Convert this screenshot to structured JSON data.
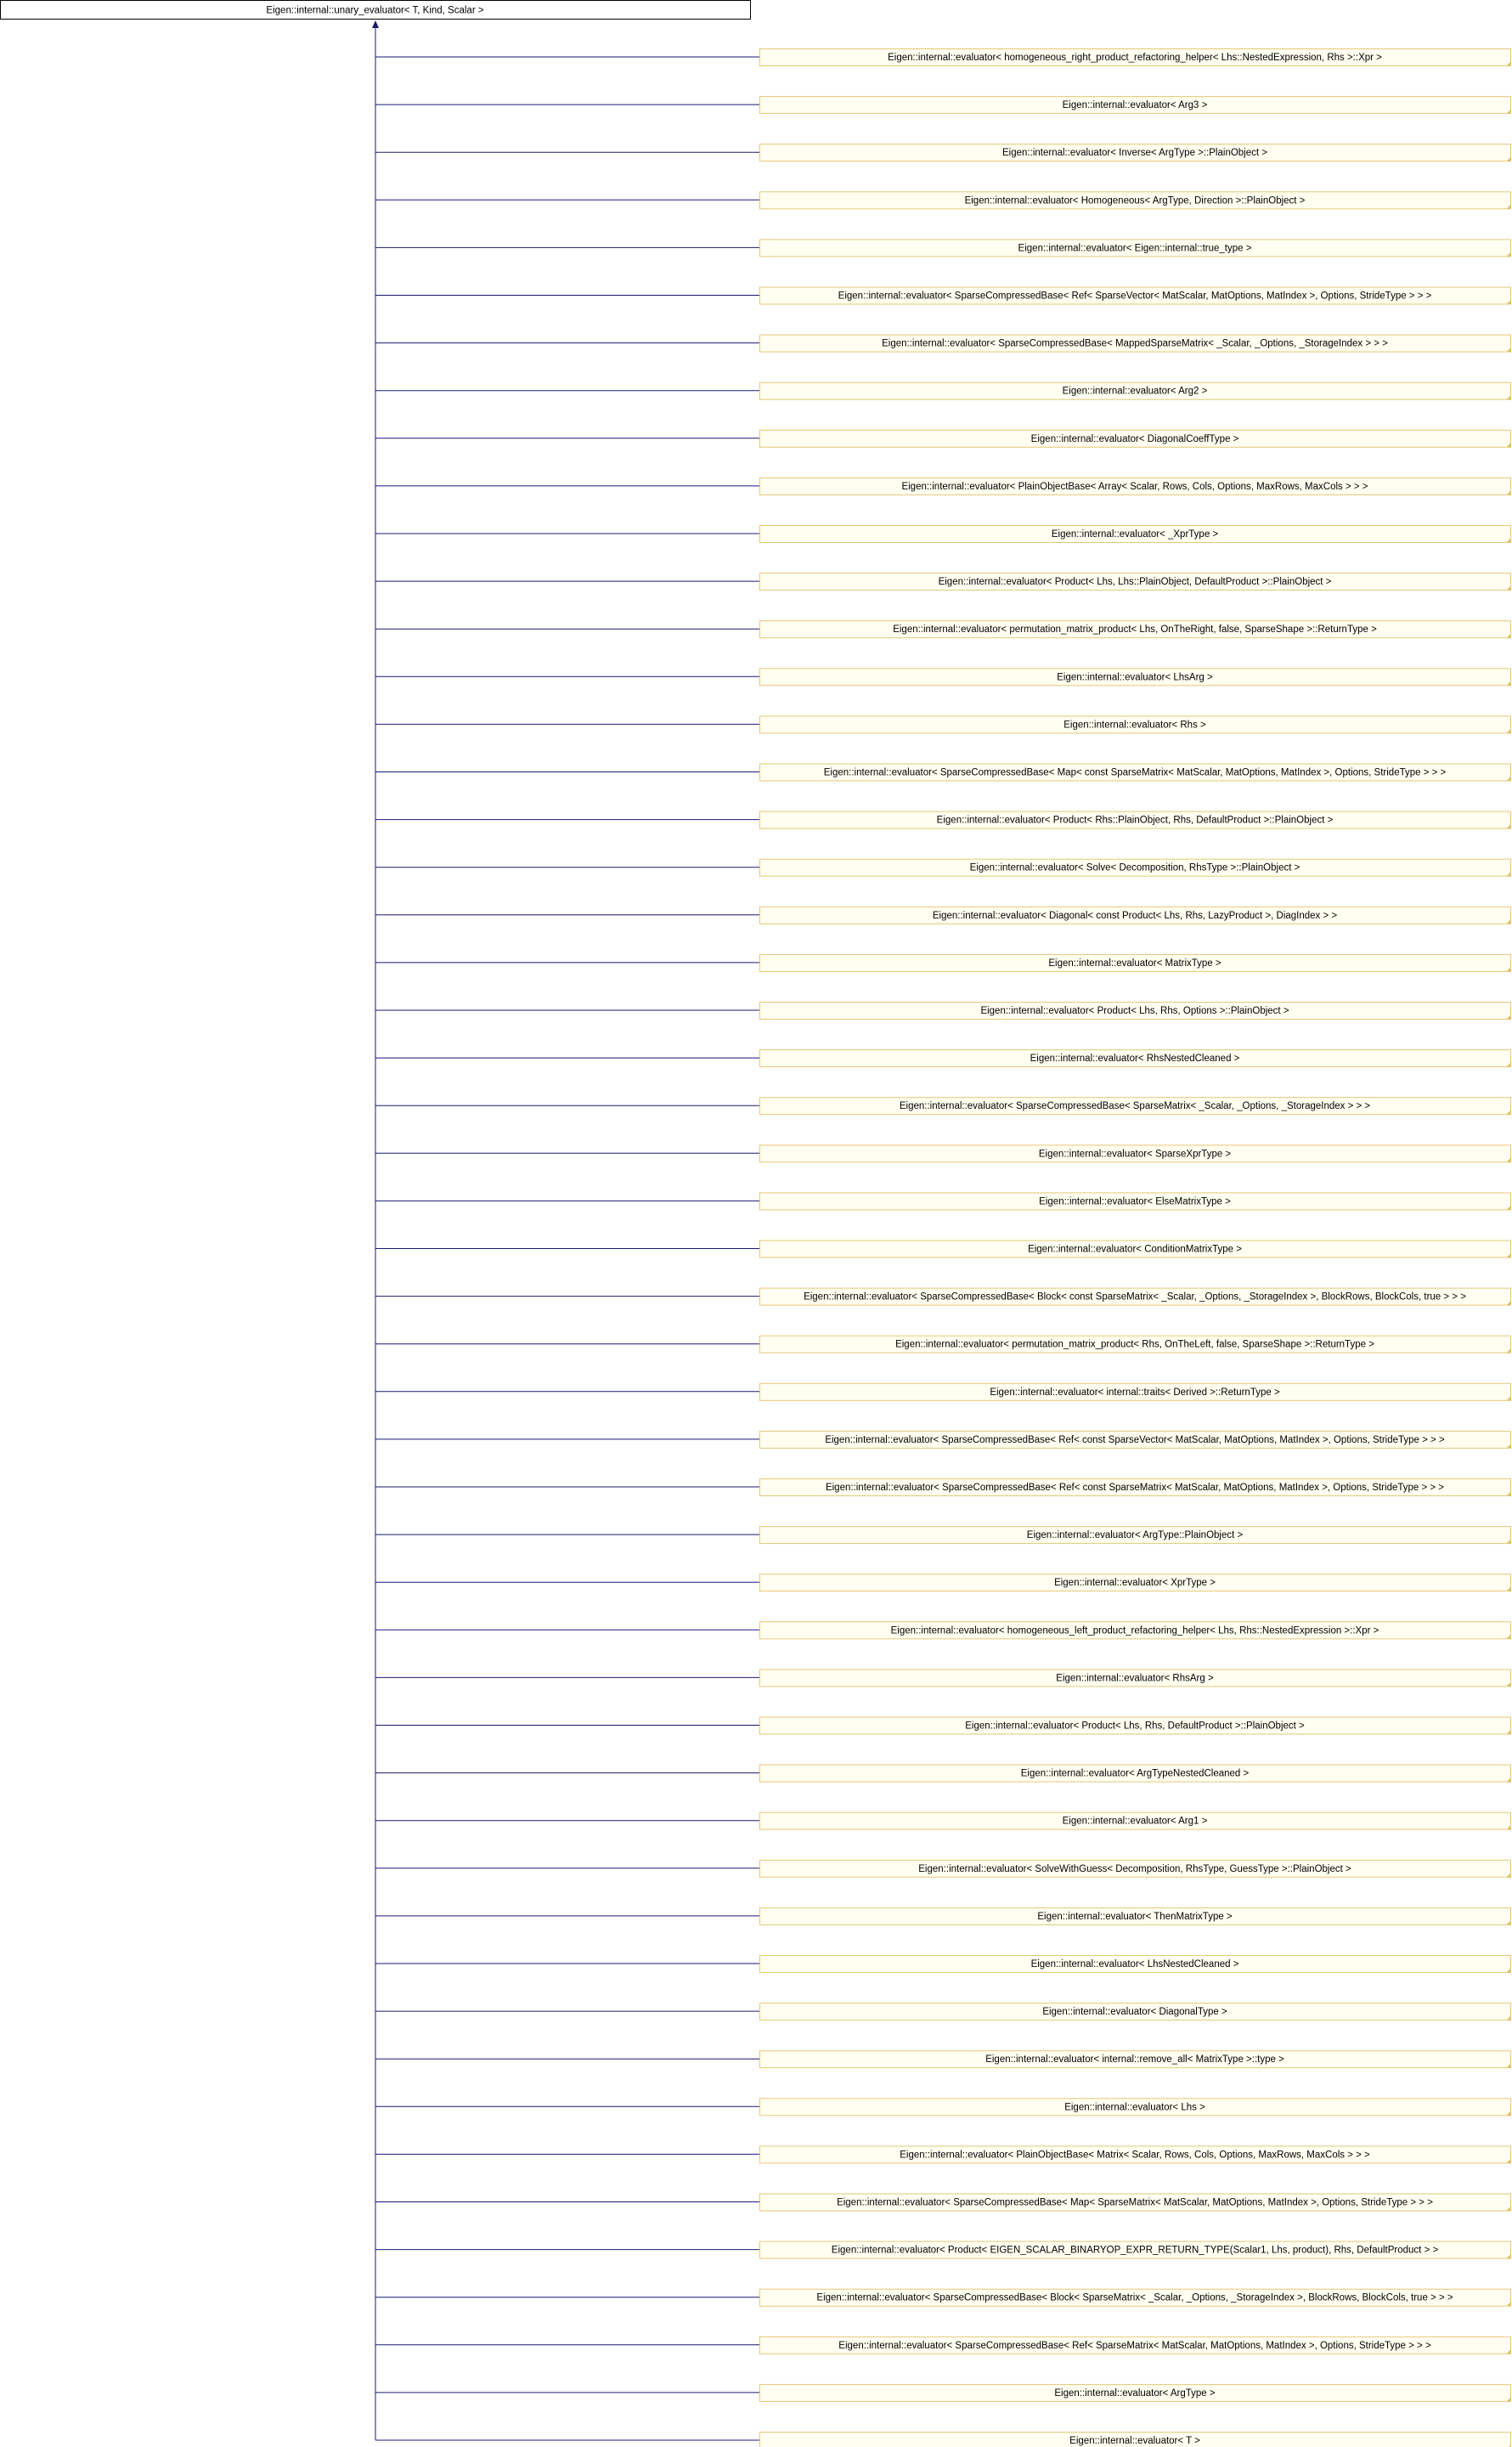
{
  "root": {
    "label": "Eigen::internal::unary_evaluator< T, Kind, Scalar >"
  },
  "colors": {
    "edge": "#191970",
    "root_fill": "#ffffff",
    "root_stroke": "#000000",
    "child_fill": "#fffef0",
    "child_stroke": "#e6c77a",
    "corner": "#e0c060"
  },
  "children": [
    "Eigen::internal::evaluator< homogeneous_right_product_refactoring_helper< Lhs::NestedExpression, Rhs >::Xpr >",
    "Eigen::internal::evaluator< Arg3 >",
    "Eigen::internal::evaluator< Inverse< ArgType >::PlainObject >",
    "Eigen::internal::evaluator< Homogeneous< ArgType, Direction >::PlainObject >",
    "Eigen::internal::evaluator< Eigen::internal::true_type >",
    "Eigen::internal::evaluator< SparseCompressedBase< Ref< SparseVector< MatScalar, MatOptions, MatIndex >, Options, StrideType > > >",
    "Eigen::internal::evaluator< SparseCompressedBase< MappedSparseMatrix< _Scalar, _Options, _StorageIndex > > >",
    "Eigen::internal::evaluator< Arg2 >",
    "Eigen::internal::evaluator< DiagonalCoeffType >",
    "Eigen::internal::evaluator< PlainObjectBase< Array< Scalar, Rows, Cols, Options, MaxRows, MaxCols > > >",
    "Eigen::internal::evaluator< _XprType >",
    "Eigen::internal::evaluator< Product< Lhs, Lhs::PlainObject, DefaultProduct >::PlainObject >",
    "Eigen::internal::evaluator< permutation_matrix_product< Lhs, OnTheRight, false, SparseShape >::ReturnType >",
    "Eigen::internal::evaluator< LhsArg >",
    "Eigen::internal::evaluator< Rhs >",
    "Eigen::internal::evaluator< SparseCompressedBase< Map< const SparseMatrix< MatScalar, MatOptions, MatIndex >, Options, StrideType > > >",
    "Eigen::internal::evaluator< Product< Rhs::PlainObject, Rhs, DefaultProduct >::PlainObject >",
    "Eigen::internal::evaluator< Solve< Decomposition, RhsType >::PlainObject >",
    "Eigen::internal::evaluator< Diagonal< const Product< Lhs, Rhs, LazyProduct >, DiagIndex > >",
    "Eigen::internal::evaluator< MatrixType >",
    "Eigen::internal::evaluator< Product< Lhs, Rhs, Options >::PlainObject >",
    "Eigen::internal::evaluator< RhsNestedCleaned >",
    "Eigen::internal::evaluator< SparseCompressedBase< SparseMatrix< _Scalar, _Options, _StorageIndex > > >",
    "Eigen::internal::evaluator< SparseXprType >",
    "Eigen::internal::evaluator< ElseMatrixType >",
    "Eigen::internal::evaluator< ConditionMatrixType >",
    "Eigen::internal::evaluator< SparseCompressedBase< Block< const SparseMatrix< _Scalar, _Options, _StorageIndex >, BlockRows, BlockCols, true > > >",
    "Eigen::internal::evaluator< permutation_matrix_product< Rhs, OnTheLeft, false, SparseShape >::ReturnType >",
    "Eigen::internal::evaluator< internal::traits< Derived >::ReturnType >",
    "Eigen::internal::evaluator< SparseCompressedBase< Ref< const SparseVector< MatScalar, MatOptions, MatIndex >, Options, StrideType > > >",
    "Eigen::internal::evaluator< SparseCompressedBase< Ref< const SparseMatrix< MatScalar, MatOptions, MatIndex >, Options, StrideType > > >",
    "Eigen::internal::evaluator< ArgType::PlainObject >",
    "Eigen::internal::evaluator< XprType >",
    "Eigen::internal::evaluator< homogeneous_left_product_refactoring_helper< Lhs, Rhs::NestedExpression >::Xpr >",
    "Eigen::internal::evaluator< RhsArg >",
    "Eigen::internal::evaluator< Product< Lhs, Rhs, DefaultProduct >::PlainObject >",
    "Eigen::internal::evaluator< ArgTypeNestedCleaned >",
    "Eigen::internal::evaluator< Arg1 >",
    "Eigen::internal::evaluator< SolveWithGuess< Decomposition, RhsType, GuessType >::PlainObject >",
    "Eigen::internal::evaluator< ThenMatrixType >",
    "Eigen::internal::evaluator< LhsNestedCleaned >",
    "Eigen::internal::evaluator< DiagonalType >",
    "Eigen::internal::evaluator< internal::remove_all< MatrixType >::type >",
    "Eigen::internal::evaluator< Lhs >",
    "Eigen::internal::evaluator< PlainObjectBase< Matrix< Scalar, Rows, Cols, Options, MaxRows, MaxCols > > >",
    "Eigen::internal::evaluator< SparseCompressedBase< Map< SparseMatrix< MatScalar, MatOptions, MatIndex >, Options, StrideType > > >",
    "Eigen::internal::evaluator< Product< EIGEN_SCALAR_BINARYOP_EXPR_RETURN_TYPE(Scalar1, Lhs, product), Rhs, DefaultProduct > >",
    "Eigen::internal::evaluator< SparseCompressedBase< Block< SparseMatrix< _Scalar, _Options, _StorageIndex >, BlockRows, BlockCols, true > > >",
    "Eigen::internal::evaluator< SparseCompressedBase< Ref< SparseMatrix< MatScalar, MatOptions, MatIndex >, Options, StrideType > > >",
    "Eigen::internal::evaluator< ArgType >",
    "Eigen::internal::evaluator< T >"
  ]
}
